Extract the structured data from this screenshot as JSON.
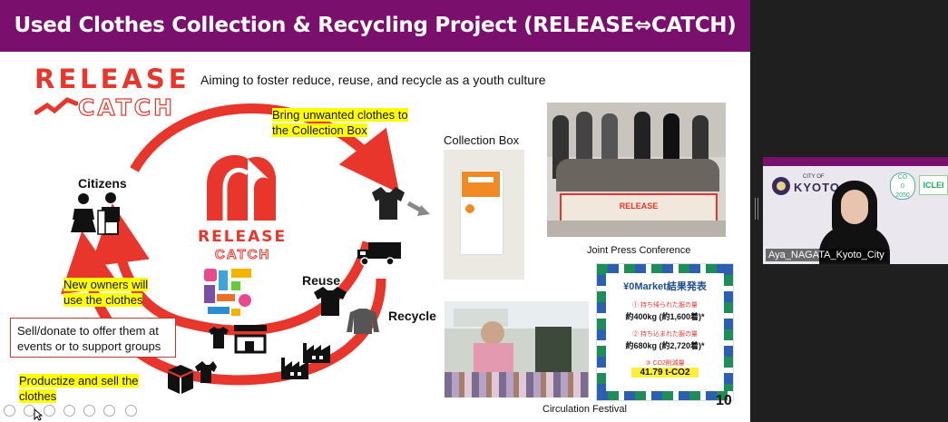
{
  "slide": {
    "title": "Used Clothes Collection & Recycling Project (RELEASE⇔CATCH)",
    "subtitle": "Aiming to foster reduce, reuse, and recycle as a youth culture",
    "logo_release": "RELEASE",
    "logo_catch": "CATCH",
    "center_logo_release": "RELEASE",
    "center_logo_catch": "CATCH",
    "labels": {
      "bring_line1": "Bring unwanted clothes to",
      "bring_line2": "the Collection Box",
      "citizens": "Citizens",
      "new_owners_line1": "New owners will",
      "new_owners_line2": "use the clothes",
      "sell_line1": "Sell/donate to offer them at",
      "sell_line2": "events or to support groups",
      "productize_line1": "Productize and sell the",
      "productize_line2": "clothes",
      "reuse": "Reuse",
      "recycle": "Recycle",
      "collection_box": "Collection Box",
      "joint_press": "Joint Press Conference",
      "circulation": "Circulation Festival"
    },
    "photo_banner_text": "RELEASE",
    "market": {
      "heading": "¥0Market結果発表",
      "item1_label": "① 持ち帰られた服の量",
      "item1_value": "約400kg (約1,600着)*",
      "item2_label": "② 持ち込まれた服の量",
      "item2_value": "約680kg (約2,720着)*",
      "item3_label": "③ CO2削減量",
      "item3_value": "41.79 t-CO2"
    },
    "page_number": "10"
  },
  "video": {
    "participant_name": "Aya_NAGATA_Kyoto_City",
    "city_small": "CITY OF",
    "city": "KYOTO",
    "badge": "ICLEI",
    "co2_line1": "CO",
    "co2_line2": "0",
    "co2_year": "2050"
  },
  "colors": {
    "title_bar": "#7a0f6e",
    "arrow_red": "#e8362c",
    "highlight": "#ffff00",
    "panel_bg": "#1f1f1f"
  },
  "icons": [
    "t-shirt-icon",
    "truck-icon",
    "shop-icon",
    "factory-icon",
    "box-icon",
    "person-icon",
    "arrow-icon"
  ]
}
